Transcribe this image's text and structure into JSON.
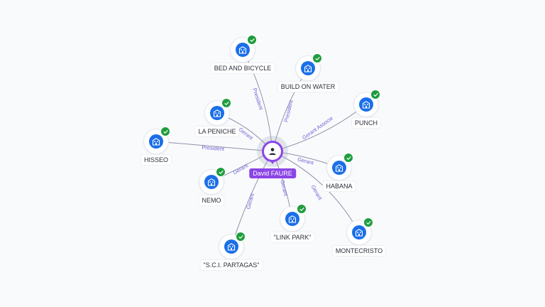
{
  "center": {
    "name": "David FAURE",
    "icon": "person-icon",
    "color": "#8b45e6"
  },
  "companies": [
    {
      "id": "bed-and-bicycle",
      "name": "BED AND BICYCLE",
      "role": "President"
    },
    {
      "id": "build-on-water",
      "name": "BUILD ON WATER",
      "role": "President"
    },
    {
      "id": "la-peniche",
      "name": "LA PENICHE",
      "role": "Gerant"
    },
    {
      "id": "punch",
      "name": "PUNCH",
      "role": "Gerant Associe"
    },
    {
      "id": "hisseo",
      "name": "HISSEO",
      "role": "President"
    },
    {
      "id": "habana",
      "name": "HABANA",
      "role": "Gerant"
    },
    {
      "id": "nemo",
      "name": "NEMO",
      "role": "Gerant"
    },
    {
      "id": "link-park",
      "name": "\"LINK PARK\"",
      "role": "Gerant"
    },
    {
      "id": "montecristo",
      "name": "MONTECRISTO",
      "role": "Gerant"
    },
    {
      "id": "sci-partagas",
      "name": "\"S.C.I. PARTAGAS\"",
      "role": "Gerant"
    }
  ],
  "company_icon": "building-icon",
  "verified_icon": "check-badge-icon",
  "colors": {
    "company": "#1b6fe8",
    "verified": "#1f9d3e",
    "edge_label": "#6f63d6",
    "edge": "#8e93a8"
  }
}
